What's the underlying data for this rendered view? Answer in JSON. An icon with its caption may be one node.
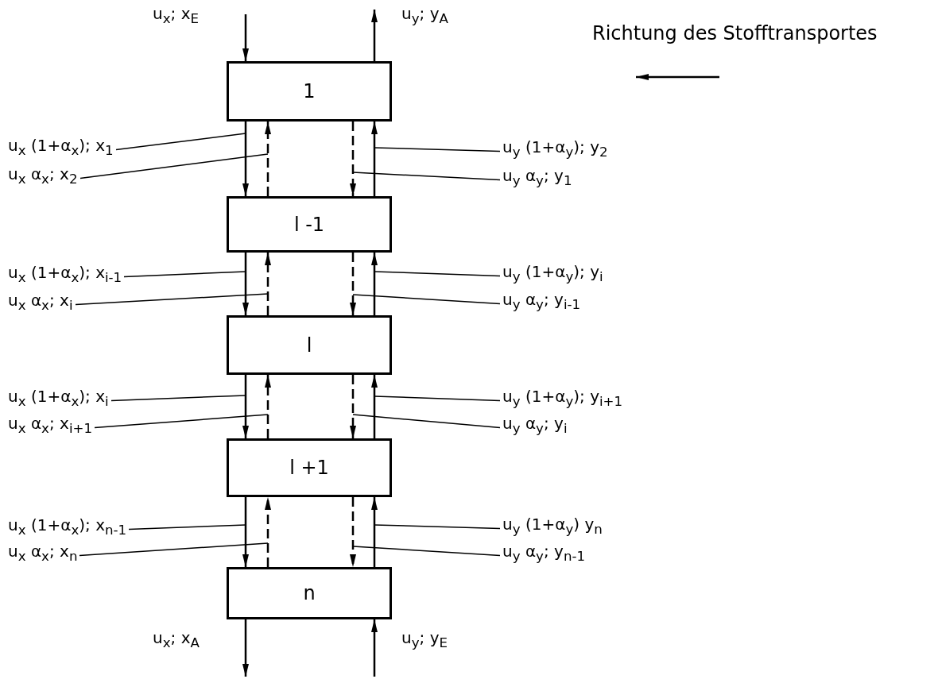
{
  "diagram": {
    "nodes": [
      {
        "text": [
          "1"
        ]
      },
      {
        "text": [
          "u$_{x}$ (1+α$_{x}$); x$_{1}$"
        ]
      },
      {
        "text": [
          "u$_{y}$ (1+α$_{y}$); y$_{2}$"
        ]
      },
      {
        "text": [
          "u$_{x}$ α$_{x}$; x$_{2}$"
        ]
      },
      {
        "text": [
          "u$_{y}$ α$_{y}$; y$_{1}$"
        ]
      },
      {
        "text": [
          "l -1"
        ]
      },
      {
        "text": [
          "u$_{x}$ (1+α$_{x}$); x$_{i-1}$"
        ]
      },
      {
        "text": [
          "u$_{y}$ (1+α$_{y}$); y$_{i}$"
        ]
      },
      {
        "text": [
          "u$_{x}$ α$_{x}$; x$_{i}$"
        ]
      },
      {
        "text": [
          "u$_{y}$ α$_{y}$; y$_{i-1}$"
        ]
      },
      {
        "text": [
          "l"
        ]
      },
      {
        "text": [
          "u$_{x}$ (1+α$_{x}$); x$_{i}$"
        ]
      },
      {
        "text": [
          "u$_{y}$ (1+α$_{y}$); y$_{i+1}$"
        ]
      },
      {
        "text": [
          "u$_{x}$ α$_{x}$; x$_{i+1}$"
        ]
      },
      {
        "text": [
          "u$_{y}$ α$_{y}$; y$_{i}$"
        ]
      },
      {
        "text": [
          "l +1"
        ]
      },
      {
        "text": [
          "u$_{x}$ (1+α$_{x}$); x$_{n-1}$"
        ]
      },
      {
        "text": [
          "u$_{y}$ (1+α$_{y}$) y$_{n}$"
        ]
      },
      {
        "text": [
          "u$_{x}$ α$_{x}$; x$_{n}$"
        ]
      },
      {
        "text": [
          "u$_{y}$ α$_{y}$; y$_{n-1}$"
        ]
      },
      {
        "text": [
          "n"
        ]
      }
    ],
    "edges": [
      {
        "from": null,
        "to": 0,
        "arrow": "to",
        "label": "u$_{x}$; x$_{E}$"
      },
      {
        "from": 0,
        "to": null,
        "arrow": "to",
        "label": "u$_{y}$; y$_{A}$"
      },
      {
        "from": 0,
        "to": 5,
        "arrow": "to"
      },
      {
        "from": 5,
        "to": 0,
        "arrow": "to",
        "style": "dashed"
      },
      {
        "from": 0,
        "to": 5,
        "arrow": "to",
        "style": "dashed"
      },
      {
        "from": 5,
        "to": 0,
        "arrow": "to"
      },
      {
        "from": 5,
        "to": 10,
        "arrow": "to"
      },
      {
        "from": 10,
        "to": 5,
        "arrow": "to",
        "style": "dashed"
      },
      {
        "from": 5,
        "to": 10,
        "arrow": "to",
        "style": "dashed"
      },
      {
        "from": 10,
        "to": 5,
        "arrow": "to"
      },
      {
        "from": 10,
        "to": 15,
        "arrow": "to"
      },
      {
        "from": 15,
        "to": 10,
        "arrow": "to",
        "style": "dashed"
      },
      {
        "from": 10,
        "to": 15,
        "arrow": "to",
        "style": "dashed"
      },
      {
        "from": 15,
        "to": 10,
        "arrow": "to"
      },
      {
        "from": 15,
        "to": 20,
        "arrow": "to"
      },
      {
        "from": 20,
        "to": 15,
        "arrow": "to",
        "style": "dashed"
      },
      {
        "from": 15,
        "to": 20,
        "arrow": "to",
        "style": "dashed"
      },
      {
        "from": 20,
        "to": 15,
        "arrow": "to"
      },
      {
        "from": 1,
        "to": null,
        "arrow": "none"
      },
      {
        "from": 2,
        "to": null,
        "arrow": "none"
      },
      {
        "from": 3,
        "to": null,
        "arrow": "none"
      },
      {
        "from": 4,
        "to": null,
        "arrow": "none"
      },
      {
        "from": 6,
        "to": null,
        "arrow": "none"
      },
      {
        "from": 7,
        "to": null,
        "arrow": "none"
      },
      {
        "from": 8,
        "to": null,
        "arrow": "none"
      },
      {
        "from": 9,
        "to": null,
        "arrow": "none"
      },
      {
        "from": 11,
        "to": null,
        "arrow": "none"
      },
      {
        "from": 12,
        "to": null,
        "arrow": "none"
      },
      {
        "from": 13,
        "to": null,
        "arrow": "none"
      },
      {
        "from": 14,
        "to": null,
        "arrow": "none"
      },
      {
        "from": 16,
        "to": null,
        "arrow": "none"
      },
      {
        "from": 17,
        "to": null,
        "arrow": "none"
      },
      {
        "from": 18,
        "to": null,
        "arrow": "none"
      },
      {
        "from": 19,
        "to": null,
        "arrow": "none"
      },
      {
        "from": 20,
        "to": null,
        "arrow": "to",
        "label": "u$_{x}$; x$_{A}$"
      },
      {
        "from": null,
        "to": 20,
        "arrow": "to",
        "label": "u$_{y}$; y$_{E}$"
      }
    ],
    "labels": [
      "Richtung des Stofftransportes"
    ]
  }
}
